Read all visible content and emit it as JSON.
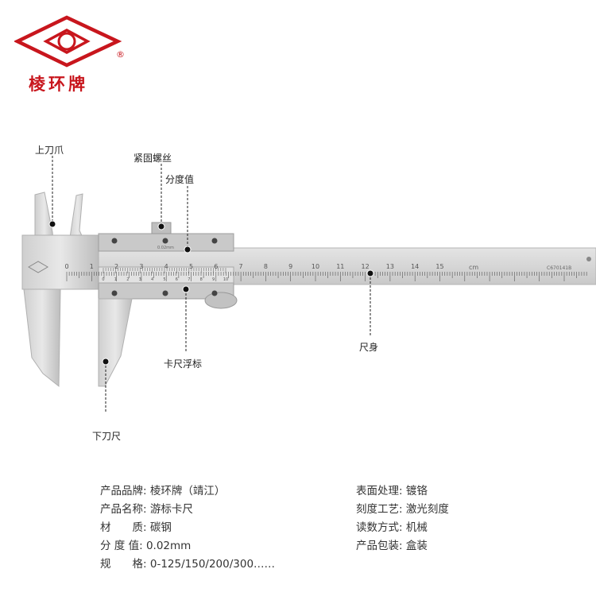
{
  "brand": {
    "name": "棱环牌",
    "reg_mark": "®",
    "color": "#c8161d"
  },
  "callouts": {
    "upper_jaw": "上刀爪",
    "lock_screw": "紧固螺丝",
    "resolution": "分度值",
    "vernier": "卡尺浮标",
    "main_beam": "尺身",
    "lower_jaw": "下刀尺"
  },
  "ruler": {
    "main_numbers": [
      "0",
      "1",
      "2",
      "3",
      "4",
      "5",
      "6",
      "7",
      "8",
      "9",
      "10",
      "11",
      "12",
      "13",
      "14",
      "15"
    ],
    "unit": "cm",
    "serial": "C670141B",
    "vernier_numbers": [
      "0",
      "1",
      "2",
      "3",
      "4",
      "5",
      "6",
      "7",
      "8",
      "9",
      "10"
    ],
    "vernier_mark": "0.02mm"
  },
  "specs": {
    "left": [
      {
        "label": "产品品牌:",
        "value": "棱环牌（靖江）"
      },
      {
        "label": "产品名称:",
        "value": "游标卡尺"
      },
      {
        "label": "材　　质:",
        "value": "碳钢"
      },
      {
        "label": "分 度 值:",
        "value": "0.02mm"
      },
      {
        "label": "规　　格:",
        "value": "0-125/150/200/300……"
      }
    ],
    "right": [
      {
        "label": "表面处理:",
        "value": "镀铬"
      },
      {
        "label": "刻度工艺:",
        "value": "激光刻度"
      },
      {
        "label": "读数方式:",
        "value": "机械"
      },
      {
        "label": "产品包装:",
        "value": "盒装"
      }
    ]
  }
}
